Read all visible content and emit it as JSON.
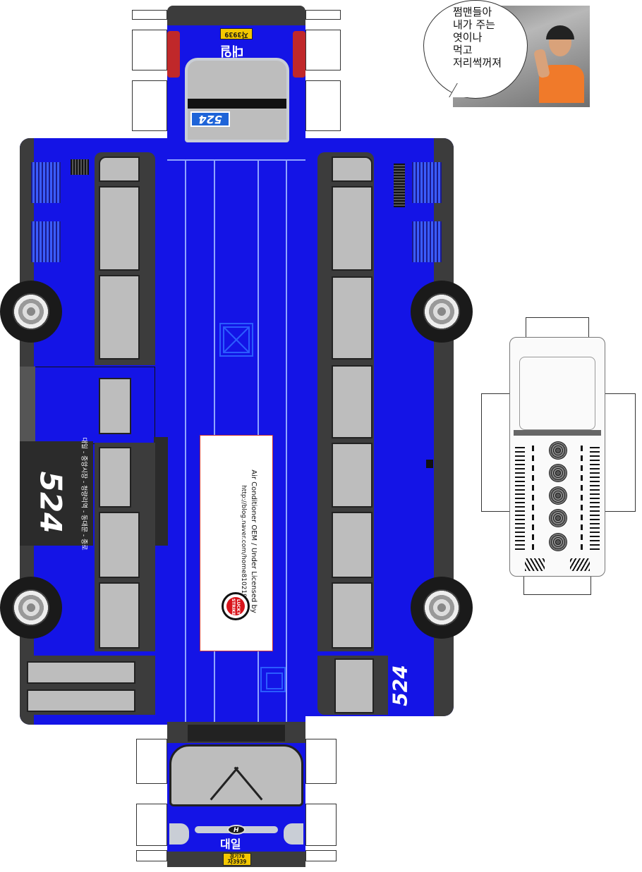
{
  "colors": {
    "bus_body": "#1414e6",
    "roof_line": "#8fa4ff",
    "tire": "#1a1a1a",
    "plate": "#f4c800",
    "glass": "#bdbdbd"
  },
  "route_number": "524",
  "brand_name": "대일",
  "plate": {
    "region": "경기70",
    "number": "자3939"
  },
  "roof_notice": {
    "line1": "Air Conditioner OEM / Under Licensed by",
    "line2": "http://blog.naver.com/home810219"
  },
  "roof_logo": "LUCKY STRIKE",
  "side_route_sign": {
    "number": "524",
    "stops": "대일 - 중앙시장 - 청량리역 - 동대문 - 종로"
  },
  "speech_bubble": {
    "lines": [
      "쩜맨들아",
      "내가 주는",
      "엿이나",
      "먹고",
      "저리썩꺼져"
    ]
  },
  "icons": [
    "hyundai-emblem-icon",
    "fuel-cap-icon",
    "roof-hatch-icon",
    "wheel-icon",
    "roof-fan-icon"
  ]
}
